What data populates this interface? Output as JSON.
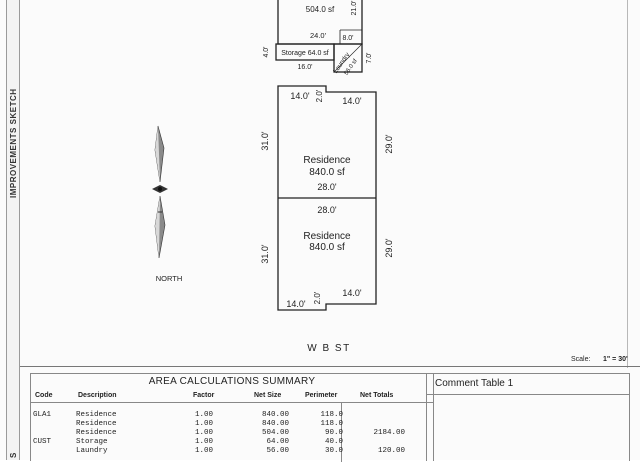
{
  "side_labels": {
    "main": "IMPROVEMENTS SKETCH",
    "lower": "S"
  },
  "sketch": {
    "top_room": {
      "area": "504.0 sf",
      "dim_side": "21.0'",
      "dim_bottom": "24.0'",
      "dim_right": "8.0'"
    },
    "storage": {
      "label": "Storage 64.0 sf",
      "dim_left": "4.0'",
      "dim_bottom": "16.0'"
    },
    "laundry": {
      "label": "Laundry",
      "area": "56.0 sf",
      "dim_right": "7.0'"
    },
    "upper_residence": {
      "label": "Residence",
      "area": "840.0 sf",
      "dim_top_left": "14.0'",
      "dim_notch": "2.0'",
      "dim_top_right": "14.0'",
      "dim_left": "31.0'",
      "dim_right": "29.0'",
      "dim_bottom": "28.0'"
    },
    "lower_residence": {
      "label": "Residence",
      "area": "840.0 sf",
      "dim_top": "28.0'",
      "dim_left": "31.0'",
      "dim_right": "29.0'",
      "dim_bottom_left": "14.0'",
      "dim_notch": "2.0'",
      "dim_bottom_right": "14.0'"
    },
    "north_label": "NORTH",
    "street_label": "W B ST"
  },
  "scale": {
    "label": "Scale:",
    "value": "1\" = 30'"
  },
  "area_summary": {
    "title": "AREA CALCULATIONS SUMMARY",
    "headers": {
      "code": "Code",
      "description": "Description",
      "factor": "Factor",
      "net_size": "Net Size",
      "perimeter": "Perimeter",
      "net_totals": "Net Totals"
    },
    "rows": [
      {
        "code": "GLA1",
        "description": "Residence",
        "factor": "1.00",
        "net_size": "840.00",
        "perimeter": "118.0",
        "net_total": ""
      },
      {
        "code": "",
        "description": "Residence",
        "factor": "1.00",
        "net_size": "840.00",
        "perimeter": "118.0",
        "net_total": ""
      },
      {
        "code": "",
        "description": "Residence",
        "factor": "1.00",
        "net_size": "504.00",
        "perimeter": "90.0",
        "net_total": "2184.00"
      },
      {
        "code": "CUST",
        "description": "Storage",
        "factor": "1.00",
        "net_size": "64.00",
        "perimeter": "40.0",
        "net_total": ""
      },
      {
        "code": "",
        "description": "Laundry",
        "factor": "1.00",
        "net_size": "56.00",
        "perimeter": "30.0",
        "net_total": "120.00"
      }
    ]
  },
  "comment_table": {
    "title": "Comment Table 1"
  }
}
